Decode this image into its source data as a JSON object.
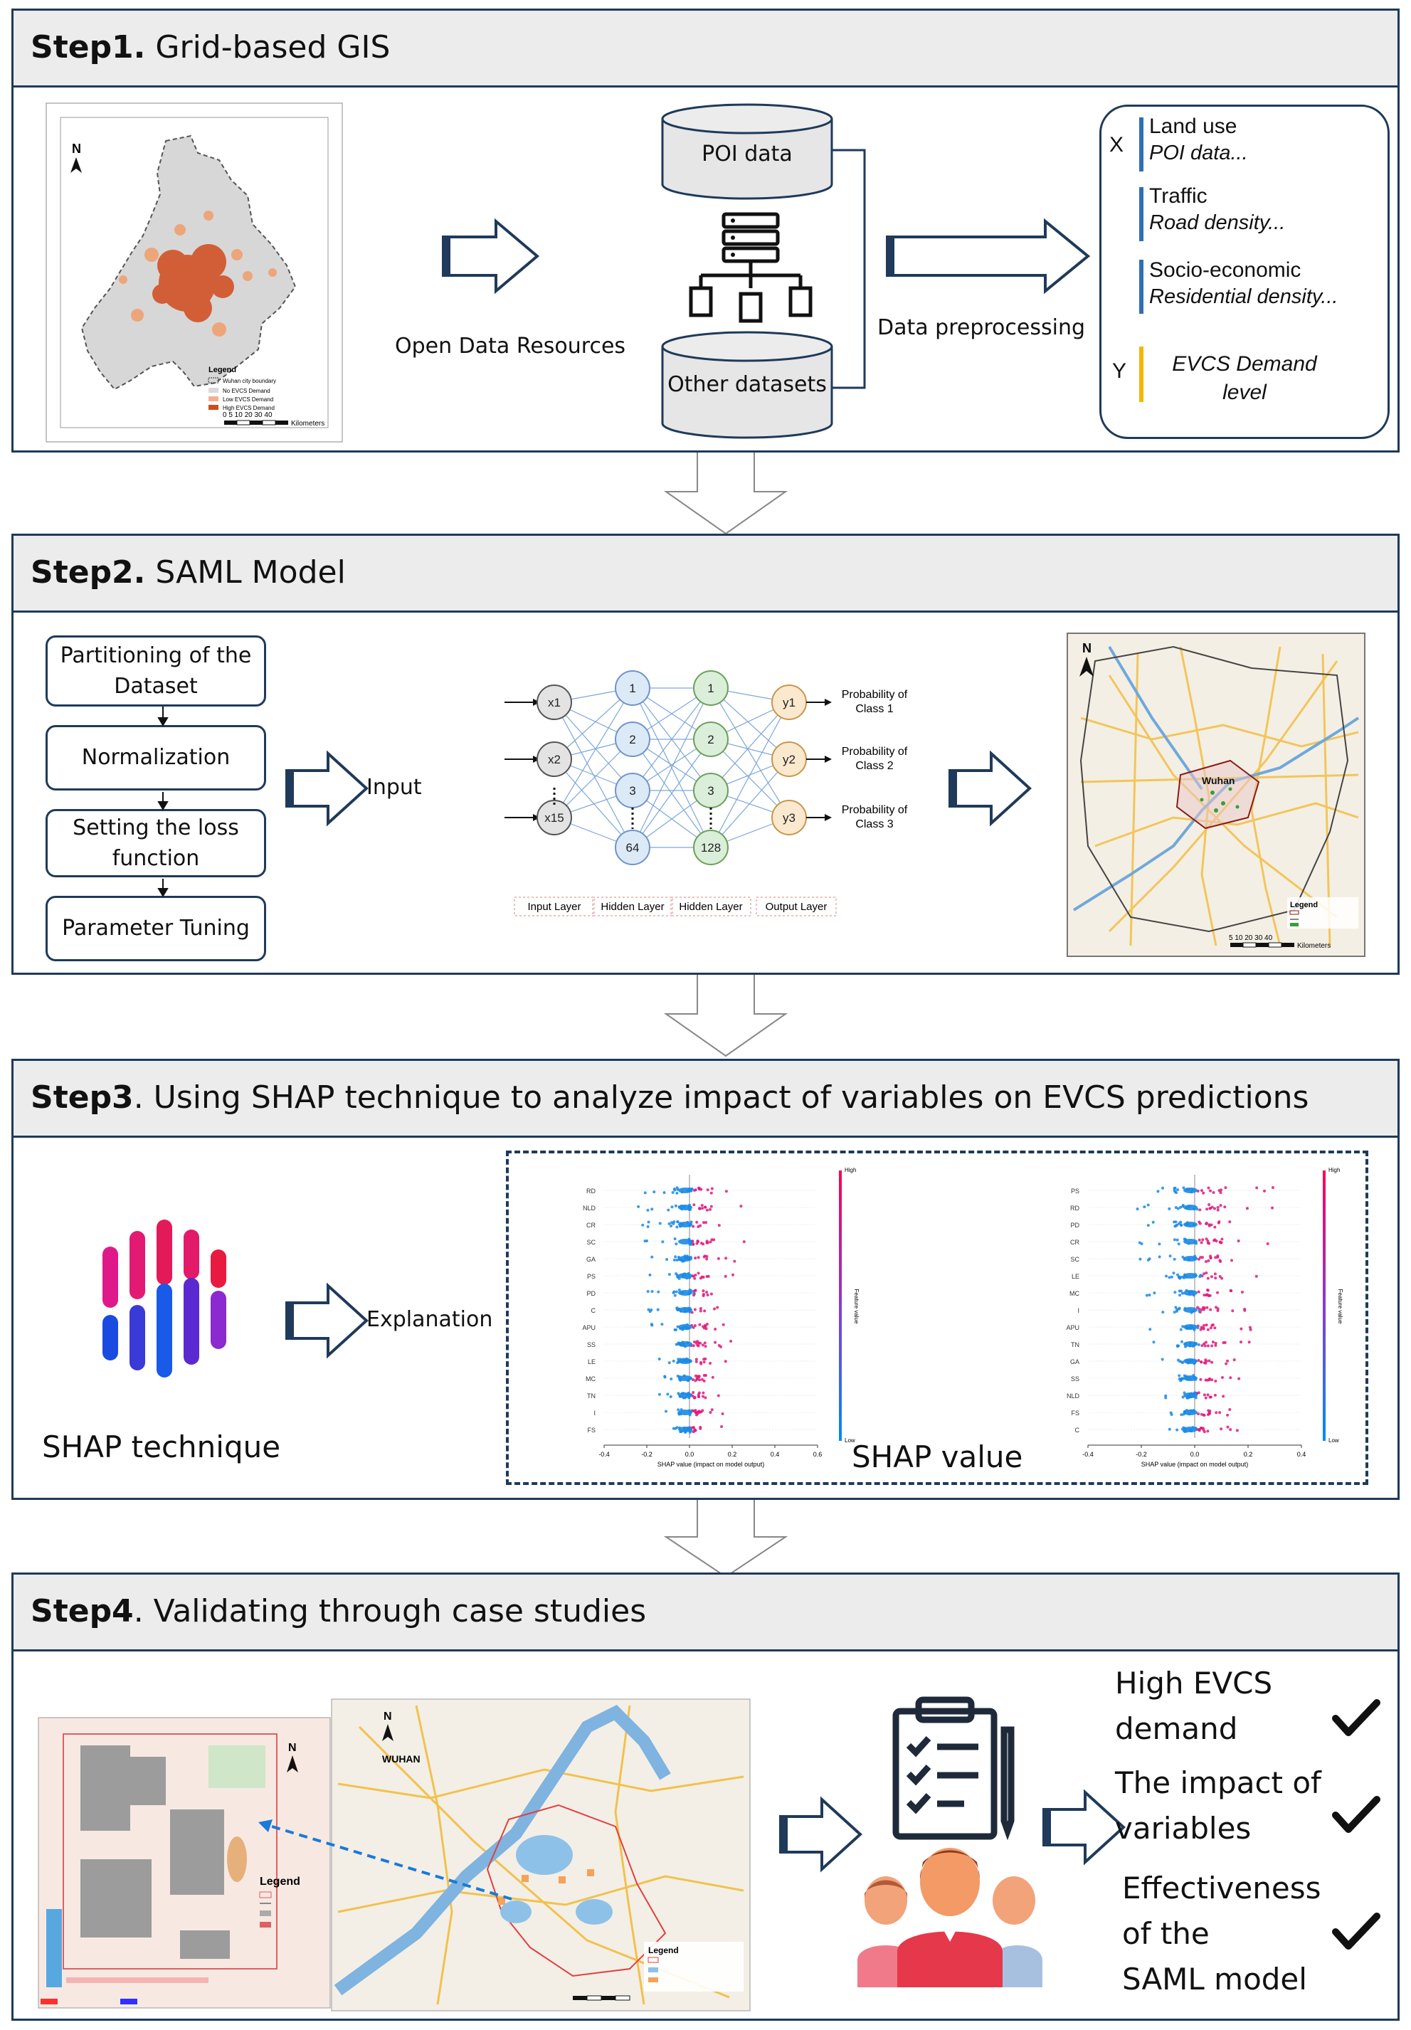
{
  "step1": {
    "title_bold": "Step1.",
    "title_rest": " Grid-based GIS",
    "map_legend": {
      "title": "Legend",
      "items": [
        "Wuhan city boundary",
        "No EVCS Demand",
        "Low EVCS Demand",
        "High EVCS Demand"
      ],
      "scale": "0  5 10    20    30    40",
      "units": "Kilometers"
    },
    "poi_data": "POI data",
    "other_datasets": "Other datasets",
    "open_data": "Open Data Resources",
    "data_preprocessing": "Data preprocessing",
    "x_label": "X",
    "y_label": "Y",
    "features": [
      {
        "name": "Land use",
        "detail": "POI data..."
      },
      {
        "name": "Traffic",
        "detail": "Road density..."
      },
      {
        "name": "Socio-economic",
        "detail": "Residential density..."
      }
    ],
    "target_line1": "EVCS Demand",
    "target_line2": "level",
    "colors": {
      "feature_bar": "#2f6fb5",
      "target_bar": "#f2b705"
    }
  },
  "step2": {
    "title_bold": "Step2.",
    "title_rest": " SAML Model",
    "flow": [
      "Partitioning of the Dataset",
      "Normalization",
      "Setting the loss function",
      "Parameter Tuning"
    ],
    "input_label": "Input",
    "nn": {
      "inputs": [
        "x1",
        "x2",
        "x15"
      ],
      "hidden1": [
        "1",
        "2",
        "3",
        "64"
      ],
      "hidden2": [
        "1",
        "2",
        "3",
        "128"
      ],
      "outputs": [
        "y1",
        "y2",
        "y3"
      ],
      "out_labels": [
        [
          "Probability of",
          "Class 1"
        ],
        [
          "Probability of",
          "Class 2"
        ],
        [
          "Probability of",
          "Class 3"
        ]
      ],
      "layer_labels": [
        "Input Layer",
        "Hidden Layer",
        "Hidden Layer",
        "Output Layer"
      ]
    },
    "map": {
      "city": "Wuhan",
      "legend_title": "Legend",
      "units": "Kilometers",
      "scale": "5 10   20   30   40"
    }
  },
  "step3": {
    "title_bold": "Step3",
    "title_rest": ". Using SHAP  technique to analyze impact of variables on EVCS predictions",
    "shap_technique": "SHAP technique",
    "explanation": "Explanation",
    "shap_value": "SHAP value",
    "plot1": {
      "features": [
        "RD",
        "NLD",
        "CR",
        "SC",
        "GA",
        "PS",
        "PD",
        "C",
        "APU",
        "SS",
        "LE",
        "MC",
        "TN",
        "I",
        "FS"
      ],
      "ticks": [
        "-0.4",
        "-0.2",
        "0.0",
        "0.2",
        "0.4",
        "0.6"
      ],
      "xlabel": "SHAP value (impact on model output)"
    },
    "plot2": {
      "features": [
        "PS",
        "RD",
        "PD",
        "CR",
        "SC",
        "LE",
        "MC",
        "I",
        "APU",
        "TN",
        "GA",
        "SS",
        "NLD",
        "FS",
        "C"
      ],
      "ticks": [
        "-0.4",
        "-0.2",
        "0.0",
        "0.2",
        "0.4"
      ],
      "xlabel": "SHAP value (impact on model output)"
    },
    "colorbar": {
      "high": "High",
      "low": "Low",
      "label": "Feature value"
    }
  },
  "step4": {
    "title_bold": "Step4",
    "title_rest": ". Validating through case studies",
    "legend_title": "Legend",
    "outcomes": [
      [
        "High EVCS",
        "demand"
      ],
      [
        "The impact of",
        "variables"
      ],
      [
        "Effectiveness",
        "of the",
        "SAML model"
      ]
    ],
    "map_label": "WUHAN"
  }
}
